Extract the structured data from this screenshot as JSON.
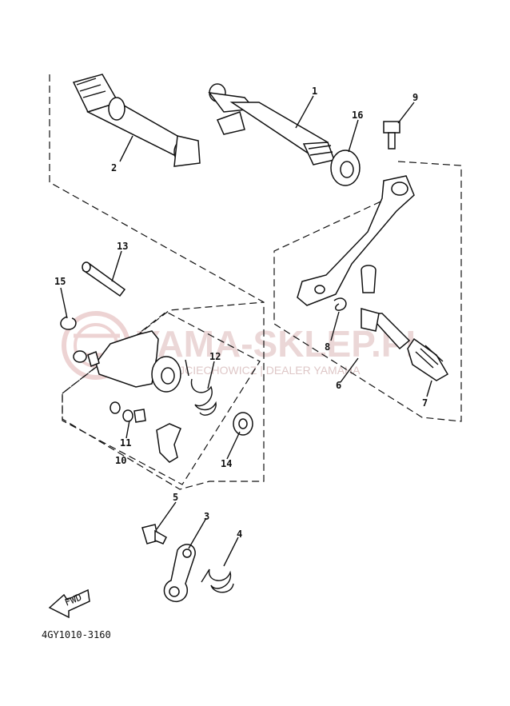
{
  "diagram": {
    "part_code": "4GY1010-3160",
    "direction_label": "FWD",
    "watermark": {
      "brand": "YAMA-SKLEP.PL",
      "dealer": "WOJCIECHOWICZ | DEALER YAMAHA"
    },
    "callouts": {
      "c1": "1",
      "c2": "2",
      "c3": "3",
      "c4": "4",
      "c5": "5",
      "c6": "6",
      "c7": "7",
      "c8": "8",
      "c9": "9",
      "c10": "10",
      "c11": "11",
      "c12": "12",
      "c13": "13",
      "c14": "14",
      "c15": "15",
      "c16": "16"
    },
    "colors": {
      "line": "#111111",
      "watermark": "#d9b0b0"
    }
  }
}
